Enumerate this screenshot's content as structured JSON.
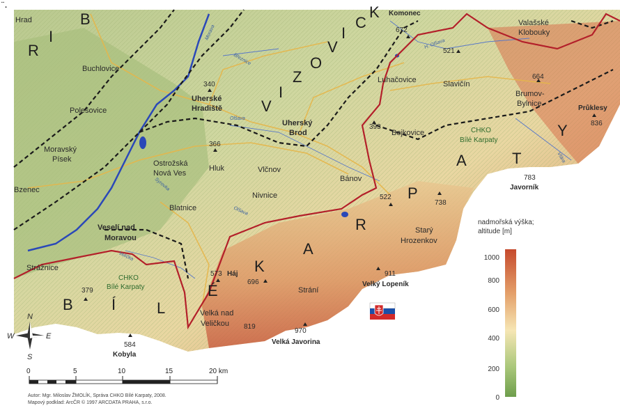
{
  "corner_mark": "̈ .",
  "map": {
    "regions": [
      {
        "id": "b1",
        "text": "B"
      },
      {
        "id": "r1",
        "text": "R"
      },
      {
        "id": "i1",
        "text": "I"
      },
      {
        "id": "b2",
        "text": "B"
      },
      {
        "id": "v1",
        "text": "V"
      },
      {
        "id": "i2",
        "text": "I"
      },
      {
        "id": "z1",
        "text": "Z"
      },
      {
        "id": "o1",
        "text": "O"
      },
      {
        "id": "v2",
        "text": "V"
      },
      {
        "id": "i3",
        "text": "I"
      },
      {
        "id": "c1",
        "text": "C"
      },
      {
        "id": "k1",
        "text": "K"
      },
      {
        "id": "t1",
        "text": "T"
      },
      {
        "id": "a1",
        "text": "A"
      },
      {
        "id": "p1",
        "text": "P"
      },
      {
        "id": "r2",
        "text": "R"
      },
      {
        "id": "a2",
        "text": "A"
      },
      {
        "id": "k2",
        "text": "K"
      },
      {
        "id": "e1",
        "text": "É"
      },
      {
        "id": "l1",
        "text": "L"
      },
      {
        "id": "i4",
        "text": "Í"
      },
      {
        "id": "b3",
        "text": "B"
      },
      {
        "id": "y1",
        "text": "Y"
      }
    ],
    "towns": [
      {
        "id": "hrad",
        "text": "Hrad"
      },
      {
        "id": "buchlovice",
        "text": "Buchlovice"
      },
      {
        "id": "polesovice",
        "text": "Polešovice"
      },
      {
        "id": "moravsky1",
        "text": "Moravský"
      },
      {
        "id": "moravsky2",
        "text": "Písek"
      },
      {
        "id": "bzenec",
        "text": "Bzenec"
      },
      {
        "id": "ostrozska1",
        "text": "Ostrožská"
      },
      {
        "id": "ostrozska2",
        "text": "Nová Ves"
      },
      {
        "id": "hluk",
        "text": "Hluk"
      },
      {
        "id": "vlcnov",
        "text": "Vlčnov"
      },
      {
        "id": "nivnice",
        "text": "Nivnice"
      },
      {
        "id": "banov",
        "text": "Bánov"
      },
      {
        "id": "blatnice",
        "text": "Blatnice"
      },
      {
        "id": "straznice",
        "text": "Strážnice"
      },
      {
        "id": "velka1",
        "text": "Velká nad"
      },
      {
        "id": "velka2",
        "text": "Veličkou"
      },
      {
        "id": "strani",
        "text": "Strání"
      },
      {
        "id": "luhacovice",
        "text": "Luhačovice"
      },
      {
        "id": "slavicin",
        "text": "Slavičín"
      },
      {
        "id": "bojkovice",
        "text": "Bojkovice"
      },
      {
        "id": "valasske1",
        "text": "Valašské"
      },
      {
        "id": "valasske2",
        "text": "Klobouky"
      },
      {
        "id": "brumov1",
        "text": "Brumov-"
      },
      {
        "id": "brumov2",
        "text": "Bylnice"
      },
      {
        "id": "stary1",
        "text": "Starý"
      },
      {
        "id": "stary2",
        "text": "Hrozenkov"
      }
    ],
    "towns_bold": [
      {
        "id": "uh1",
        "text": "Uherské"
      },
      {
        "id": "uh2",
        "text": "Hradiště"
      },
      {
        "id": "ub1",
        "text": "Uherský"
      },
      {
        "id": "ub2",
        "text": "Brod"
      },
      {
        "id": "vm1",
        "text": "Veselí nad"
      },
      {
        "id": "vm2",
        "text": "Moravou"
      }
    ],
    "peaks": [
      {
        "id": "p672",
        "elev": "672",
        "name": "Komonec"
      },
      {
        "id": "p521",
        "elev": "521",
        "name": ""
      },
      {
        "id": "p664",
        "elev": "664",
        "name": ""
      },
      {
        "id": "p836",
        "elev": "836",
        "name": "Průklesy"
      },
      {
        "id": "p340",
        "elev": "340",
        "name": ""
      },
      {
        "id": "p366",
        "elev": "366",
        "name": ""
      },
      {
        "id": "p393",
        "elev": "393",
        "name": ""
      },
      {
        "id": "p783",
        "elev": "783",
        "name": "Javorník"
      },
      {
        "id": "p522",
        "elev": "522",
        "name": ""
      },
      {
        "id": "p738",
        "elev": "738",
        "name": ""
      },
      {
        "id": "p573",
        "elev": "573",
        "name": "Háj"
      },
      {
        "id": "p696",
        "elev": "696",
        "name": ""
      },
      {
        "id": "p911",
        "elev": "911",
        "name": "Velký Lopeník"
      },
      {
        "id": "p379",
        "elev": "379",
        "name": ""
      },
      {
        "id": "p819",
        "elev": "819",
        "name": ""
      },
      {
        "id": "p970",
        "elev": "970",
        "name": "Velká Javorina"
      },
      {
        "id": "p584",
        "elev": "584",
        "name": "Kobyla"
      }
    ],
    "rivers": [
      {
        "id": "morava",
        "text": "Morava"
      },
      {
        "id": "olsava1",
        "text": "Olšava"
      },
      {
        "id": "holsava",
        "text": "H. Olšava"
      },
      {
        "id": "brezova",
        "text": "Březnice"
      },
      {
        "id": "olsava2",
        "text": "Olšava"
      },
      {
        "id": "velicka",
        "text": "Velička"
      },
      {
        "id": "vlara",
        "text": "Vlára"
      },
      {
        "id": "sorovka",
        "text": "Syrovka"
      }
    ],
    "chko": [
      {
        "id": "chko1a",
        "text": "CHKO"
      },
      {
        "id": "chko1b",
        "text": "Bílé Karpaty"
      },
      {
        "id": "chko2a",
        "text": "CHKO"
      },
      {
        "id": "chko2b",
        "text": "Bílé Karpaty"
      }
    ]
  },
  "compass": {
    "n": "N",
    "s": "S",
    "e": "E",
    "w": "W"
  },
  "scale": {
    "ticks": [
      "0",
      "5",
      "10",
      "15",
      "20 km"
    ]
  },
  "legend": {
    "title1": "nadmořská výška;",
    "title2": "altitude [m]",
    "ticks": [
      "1000",
      "800",
      "600",
      "400",
      "200",
      "0"
    ],
    "colors": {
      "top": "#c64a2d",
      "upper": "#e4a06a",
      "mid": "#f6e6b4",
      "lower": "#a9c77a",
      "bottom": "#6e9e4c"
    }
  },
  "credits": {
    "line1": "Autor: Mgr. Miloslav ŽMOLÍK, Správa CHKO Bílé Karpaty, 2008.",
    "line2": "Mapový podklad: ArcČR © 1997 ARCDATA PRAHA, s.r.o."
  },
  "flag_icon": "slovakia-flag-icon"
}
